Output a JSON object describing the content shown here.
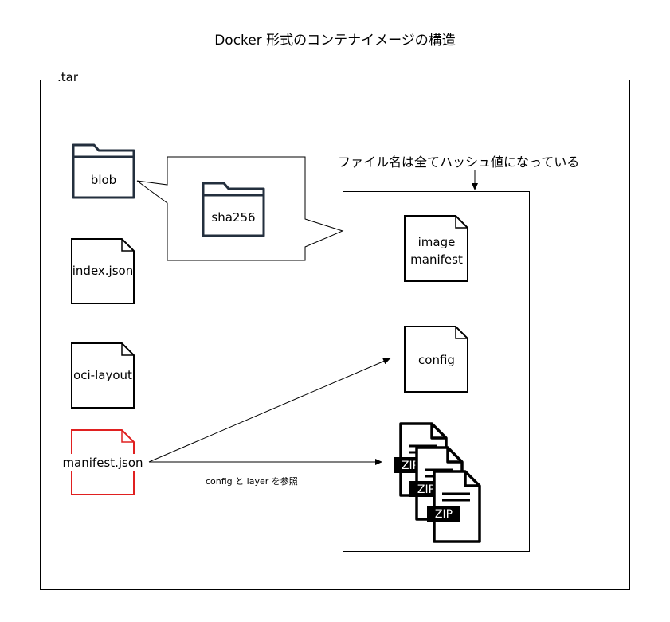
{
  "title": "Docker 形式のコンテナイメージの構造",
  "tar_label": ".tar",
  "note": "ファイル名は全てハッシュ値になっている",
  "reference_label": "config と layer を参照",
  "folders": {
    "blob": "blob",
    "sha256": "sha256"
  },
  "files": {
    "index": "index.json",
    "oci_layout": "oci-layout",
    "manifest": "manifest.json",
    "image_manifest_line1": "image",
    "image_manifest_line2": "manifest",
    "config": "config"
  },
  "zip_label": "ZIP",
  "colors": {
    "folder_stroke": "#232f3e",
    "highlight": "#e02020"
  }
}
